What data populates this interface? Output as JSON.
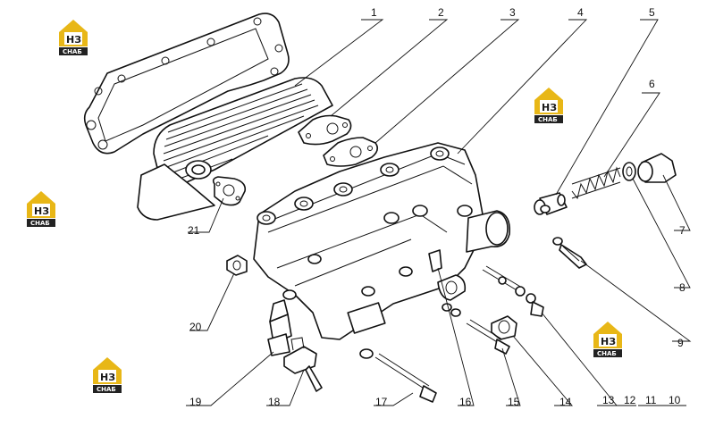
{
  "diagram": {
    "callouts": [
      "1",
      "2",
      "3",
      "4",
      "5",
      "6",
      "7",
      "8",
      "9",
      "10",
      "11",
      "12",
      "13",
      "14",
      "15",
      "16",
      "17",
      "18",
      "19",
      "20",
      "21"
    ]
  },
  "watermark": {
    "letters": "НЗ",
    "caption": "СНАБ",
    "colors": {
      "house": "#e8b717",
      "caption_bg": "#222222"
    }
  }
}
